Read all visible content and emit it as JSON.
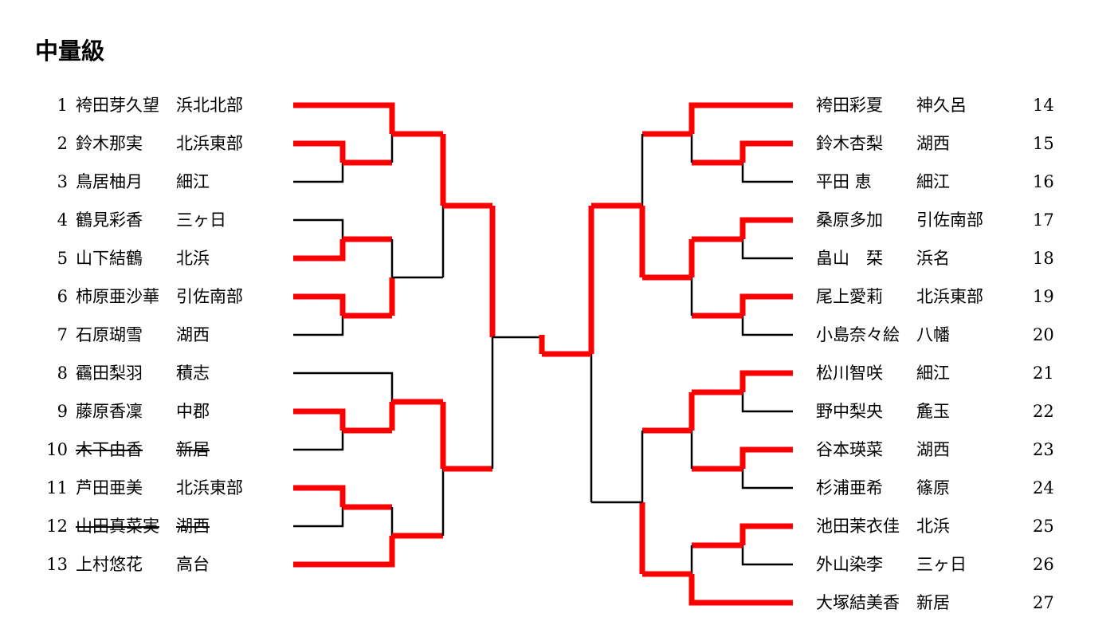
{
  "title": "中量級",
  "colors": {
    "winner": "#ff0000",
    "line": "#000000"
  },
  "left": [
    {
      "seed": "1",
      "name": "袴田芽久望",
      "team": "浜北北部",
      "withdrawn": false
    },
    {
      "seed": "2",
      "name": "鈴木那実",
      "team": "北浜東部",
      "withdrawn": false
    },
    {
      "seed": "3",
      "name": "鳥居柚月",
      "team": "細江",
      "withdrawn": false
    },
    {
      "seed": "4",
      "name": "鶴見彩香",
      "team": "三ヶ日",
      "withdrawn": false
    },
    {
      "seed": "5",
      "name": "山下結鶴",
      "team": "北浜",
      "withdrawn": false
    },
    {
      "seed": "6",
      "name": "柿原亜沙華",
      "team": "引佐南部",
      "withdrawn": false
    },
    {
      "seed": "7",
      "name": "石原瑚雪",
      "team": "湖西",
      "withdrawn": false
    },
    {
      "seed": "8",
      "name": "靍田梨羽",
      "team": "積志",
      "withdrawn": false
    },
    {
      "seed": "9",
      "name": "藤原香凜",
      "team": "中郡",
      "withdrawn": false
    },
    {
      "seed": "10",
      "name": "木下由香",
      "team": "新居",
      "withdrawn": true
    },
    {
      "seed": "11",
      "name": "芦田亜美",
      "team": "北浜東部",
      "withdrawn": false
    },
    {
      "seed": "12",
      "name": "山田真菜実",
      "team": "湖西",
      "withdrawn": true
    },
    {
      "seed": "13",
      "name": "上村悠花",
      "team": "高台",
      "withdrawn": false
    }
  ],
  "right": [
    {
      "seed": "14",
      "name": "袴田彩夏",
      "team": "神久呂"
    },
    {
      "seed": "15",
      "name": "鈴木杏梨",
      "team": "湖西"
    },
    {
      "seed": "16",
      "name": "平田 恵",
      "team": "細江"
    },
    {
      "seed": "17",
      "name": "桑原多加",
      "team": "引佐南部"
    },
    {
      "seed": "18",
      "name": "畠山　栞",
      "team": "浜名"
    },
    {
      "seed": "19",
      "name": "尾上愛莉",
      "team": "北浜東部"
    },
    {
      "seed": "20",
      "name": "小島奈々絵",
      "team": "八幡"
    },
    {
      "seed": "21",
      "name": "松川智咲",
      "team": "細江"
    },
    {
      "seed": "22",
      "name": "野中梨央",
      "team": "麁玉"
    },
    {
      "seed": "23",
      "name": "谷本瑛菜",
      "team": "湖西"
    },
    {
      "seed": "24",
      "name": "杉浦亜希",
      "team": "篠原"
    },
    {
      "seed": "25",
      "name": "池田茉衣佳",
      "team": "北浜"
    },
    {
      "seed": "26",
      "name": "外山染李",
      "team": "三ヶ日"
    },
    {
      "seed": "27",
      "name": "大塚結美香",
      "team": "新居"
    }
  ]
}
